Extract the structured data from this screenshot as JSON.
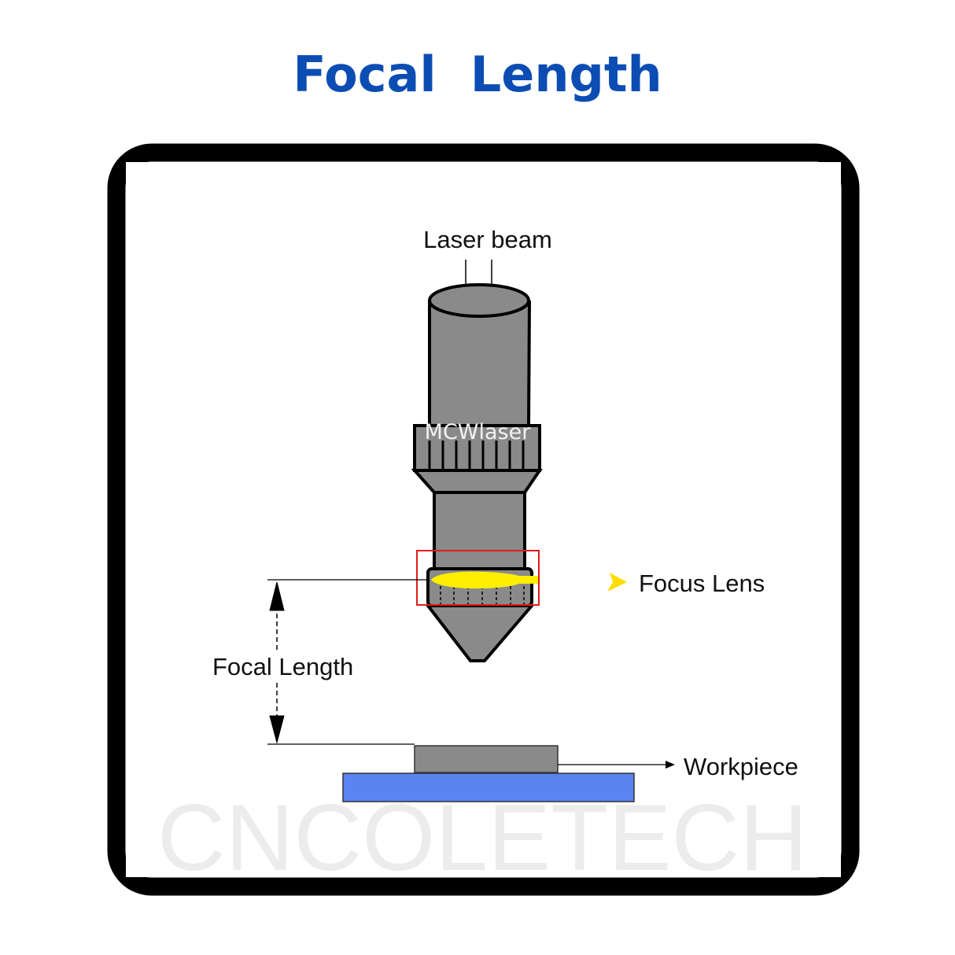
{
  "title": "Focal  Length",
  "labels": {
    "laser_beam": "Laser beam",
    "focus_lens": "Focus Lens",
    "focal_length": "Focal Length",
    "workpiece": "Workpiece"
  },
  "watermarks": {
    "head": "MCWlaser",
    "diagonal": "CNCOLETECH"
  },
  "colors": {
    "title": "#0b4db3",
    "frame": "#000000",
    "head_body": "#8a8a8a",
    "lens": "#ffee00",
    "highlight_box": "#e01b1b",
    "workpiece": "#8a8a8a",
    "bed": "#5b83f2"
  }
}
